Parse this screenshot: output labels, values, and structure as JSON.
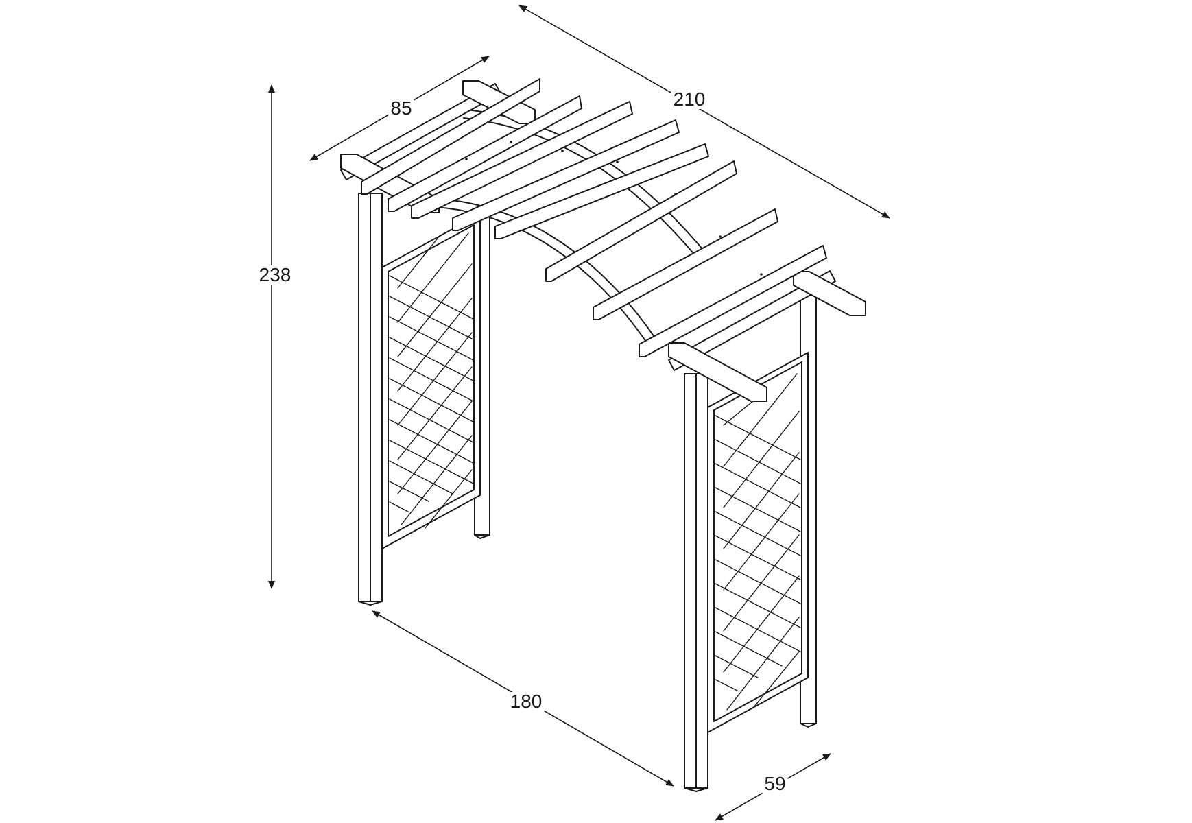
{
  "colors": {
    "line": "#1a1a1a",
    "background": "#ffffff"
  },
  "dimensions": {
    "top_depth": "85",
    "top_length": "210",
    "height": "238",
    "base_width": "180",
    "base_depth": "59"
  }
}
